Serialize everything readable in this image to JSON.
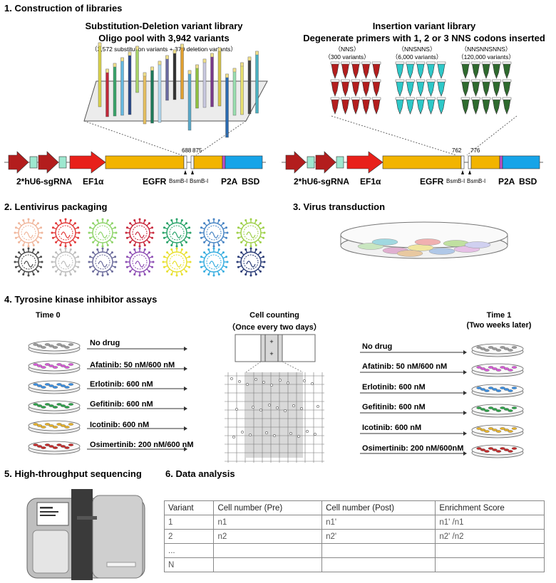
{
  "sections": {
    "s1": "1. Construction of libraries",
    "s2": "2. Lentivirus packaging",
    "s3": "3. Virus transduction",
    "s4": "4. Tyrosine kinase inhibitor assays",
    "s5": "5. High-throughput sequencing",
    "s6": "6. Data analysis"
  },
  "library_left": {
    "title": "Substitution-Deletion variant library",
    "subtitle": "Oligo pool with 3,942 variants",
    "note": "（3,572 substitution variants + 370 deletion variants）"
  },
  "library_right": {
    "title": "Insertion variant library",
    "subtitle": "Degenerate primers with 1, 2 or 3 NNS codons inserted",
    "groups": [
      {
        "name": "（NNS）",
        "count": "（300 variants）",
        "color": "#b41e1e"
      },
      {
        "name": "（NNSNNS）",
        "count": "（6,000 variants）",
        "color": "#2ec8c8"
      },
      {
        "name": "（NNSNNSNNS）",
        "count": "（120,000 variants）",
        "color": "#2f6b2f"
      }
    ]
  },
  "constructs": [
    {
      "pos_a": "688",
      "pos_b": "875",
      "sgrna": "2*hU6-sgRNA",
      "promoter": "EF1α",
      "gene": "EGFR",
      "site1": "BsmB-I",
      "site2": "BsmB-I",
      "p2a": "P2A",
      "bsd": "BSD"
    },
    {
      "pos_a": "762",
      "pos_b": "776",
      "sgrna": "2*hU6-sgRNA",
      "promoter": "EF1α",
      "gene": "EGFR",
      "site1": "BsmB-I",
      "site2": "BsmB-I",
      "p2a": "P2A",
      "bsd": "BSD"
    }
  ],
  "virus_colors": [
    "#f0b69c",
    "#e23b3b",
    "#8fd46a",
    "#c8283c",
    "#2aa36a",
    "#4a86c5",
    "#9fd04a",
    "#4a4a4a",
    "#bdbdbd",
    "#6c6c9c",
    "#8e4fb5",
    "#e8e030",
    "#39aee0",
    "#2c3e78"
  ],
  "assay": {
    "time0": "Time 0",
    "time1": "Time 1",
    "time1_note": "(Two weeks later)",
    "counting_title": "Cell counting",
    "counting_note": "（Once every two days）",
    "treatments": [
      {
        "label": "No drug",
        "color": "#9a9a9a"
      },
      {
        "label": "Afatinib: 50 nM/600 nM",
        "color": "#d65ad6"
      },
      {
        "label": "Erlotinib: 600 nM",
        "color": "#3a8ee0"
      },
      {
        "label": "Gefitinib: 600 nM",
        "color": "#2ea14a"
      },
      {
        "label": "Icotinib: 600 nM",
        "color": "#e6b12a"
      },
      {
        "label": "Osimertinib: 200 nM/600 nM",
        "color": "#c42a2a"
      }
    ],
    "treatments_right": [
      "No drug",
      "Afatinib: 50 nM/600 nM",
      "Erlotinib: 600 nM",
      "Gefitinib: 600 nM",
      "Icotinib: 600 nM",
      "Osimertinib: 200 nM/600nM"
    ]
  },
  "table": {
    "headers": [
      "Variant",
      "Cell number (Pre)",
      "Cell number (Post)",
      "Enrichment Score"
    ],
    "rows": [
      [
        "1",
        "n1",
        "n1'",
        "n1'  /n1"
      ],
      [
        "2",
        "n2",
        "n2'",
        "n2'  /n2"
      ],
      [
        "...",
        "",
        "",
        ""
      ],
      [
        "N",
        "",
        "",
        ""
      ]
    ]
  }
}
